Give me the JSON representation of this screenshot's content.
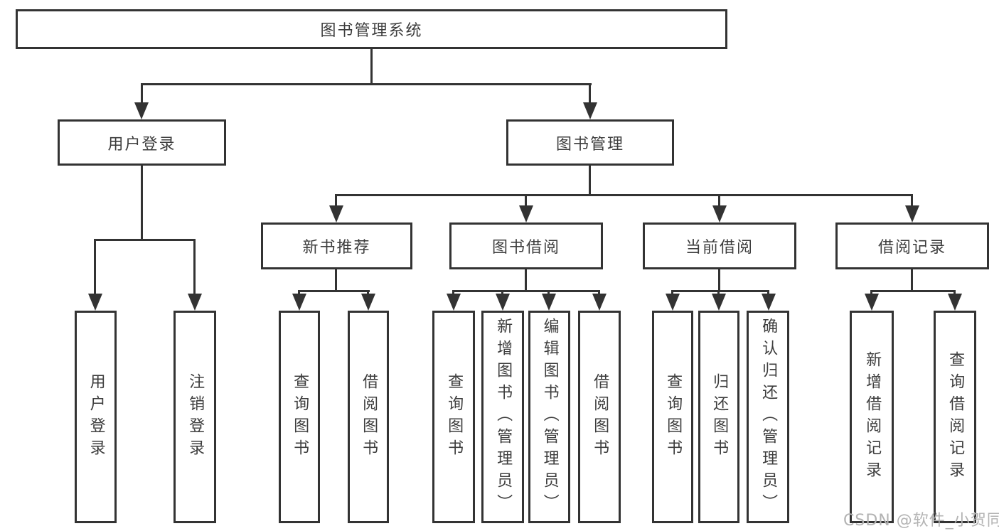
{
  "diagram": {
    "root_label": "图书管理系统",
    "branches": {
      "user_login": {
        "label": "用户登录",
        "children": {
          "login": "用户登录",
          "logout": "注销登录"
        }
      },
      "book_mgmt": {
        "label": "图书管理",
        "children": {
          "new_book_rec": {
            "label": "新书推荐",
            "children": {
              "query_book": "查询图书",
              "borrow_book": "借阅图书"
            }
          },
          "book_borrow": {
            "label": "图书借阅",
            "children": {
              "query_book": "查询图书",
              "add_book": "新增图书（管理员）",
              "edit_book": "编辑图书（管理员）",
              "borrow_book": "借阅图书"
            }
          },
          "current_borrow": {
            "label": "当前借阅",
            "children": {
              "query_book": "查询图书",
              "return_book": "归还图书",
              "confirm_return": "确认归还（管理员）"
            }
          },
          "borrow_records": {
            "label": "借阅记录",
            "children": {
              "add_record": "新增借阅记录",
              "query_record": "查询借阅记录"
            }
          }
        }
      }
    }
  },
  "watermark": "CSDN @软件_小贺同学",
  "colors": {
    "line": "#333333",
    "text": "#3d3d3d",
    "watermark": "#b3b3b3",
    "background": "#ffffff"
  }
}
